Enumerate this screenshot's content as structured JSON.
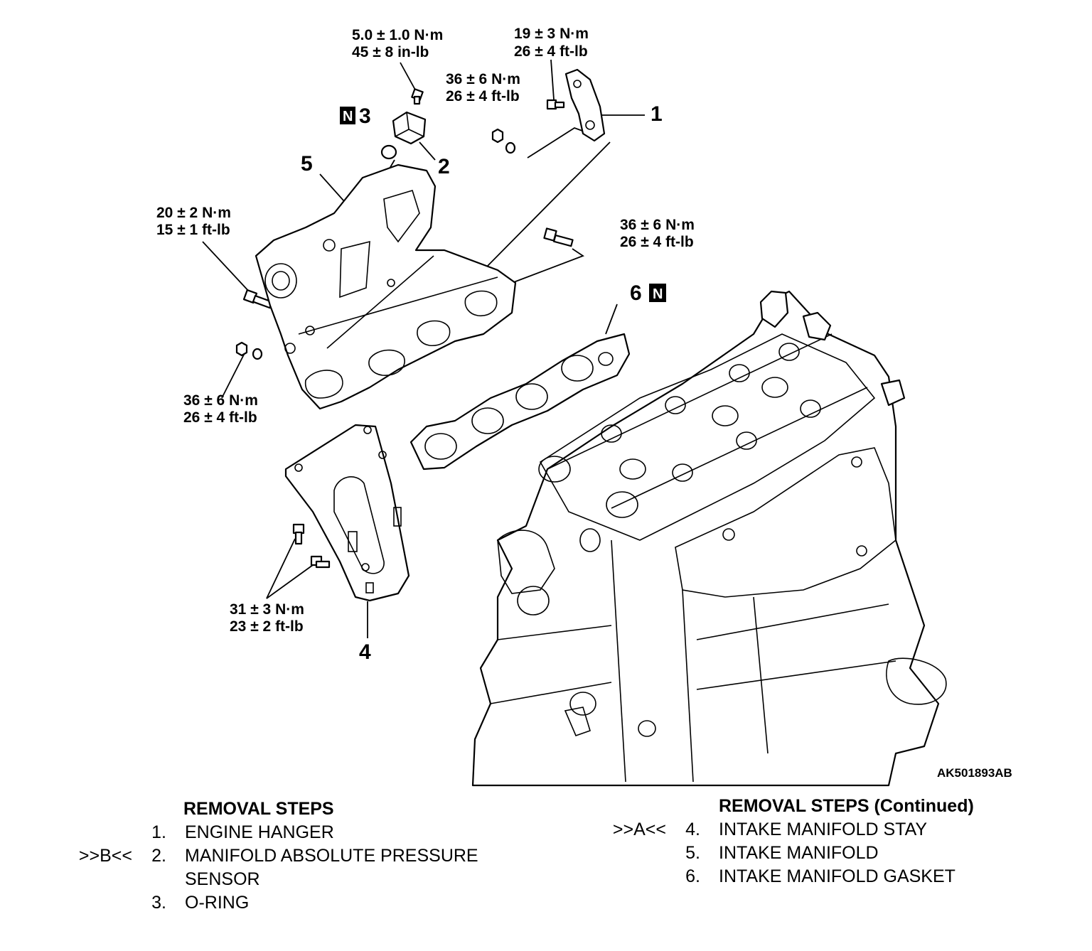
{
  "figure_id": "AK501893AB",
  "torque_specs": {
    "map_sensor_bolt": [
      "5.0 ± 1.0 N·m",
      "45 ± 8 in-lb"
    ],
    "hanger_bolt": [
      "19 ± 3 N·m",
      "26 ± 4 ft-lb"
    ],
    "hanger_nut": [
      "36 ± 6 N·m",
      "26 ± 4 ft-lb"
    ],
    "manifold_right_bolt": [
      "36 ± 6 N·m",
      "26 ± 4 ft-lb"
    ],
    "manifold_left_bolt": [
      "20 ± 2 N·m",
      "15 ± 1 ft-lb"
    ],
    "manifold_nut": [
      "36 ± 6 N·m",
      "26 ± 4 ft-lb"
    ],
    "stay_bolts": [
      "31 ± 3 N·m",
      "23 ± 2 ft-lb"
    ]
  },
  "callouts": [
    "1",
    "2",
    "3",
    "4",
    "5",
    "6"
  ],
  "non_reusable_symbol": "N",
  "removal_steps_left": {
    "title": "REMOVAL STEPS",
    "items": [
      {
        "mark": "",
        "num": "1.",
        "text": "ENGINE HANGER"
      },
      {
        "mark": ">>B<<",
        "num": "2.",
        "text": "MANIFOLD ABSOLUTE PRESSURE\nSENSOR"
      },
      {
        "mark": "",
        "num": "3.",
        "text": "O-RING"
      }
    ]
  },
  "removal_steps_right": {
    "title": "REMOVAL STEPS (Continued)",
    "items": [
      {
        "mark": ">>A<<",
        "num": "4.",
        "text": "INTAKE MANIFOLD STAY"
      },
      {
        "mark": "",
        "num": "5.",
        "text": "INTAKE MANIFOLD"
      },
      {
        "mark": "",
        "num": "6.",
        "text": "INTAKE MANIFOLD GASKET"
      }
    ]
  }
}
